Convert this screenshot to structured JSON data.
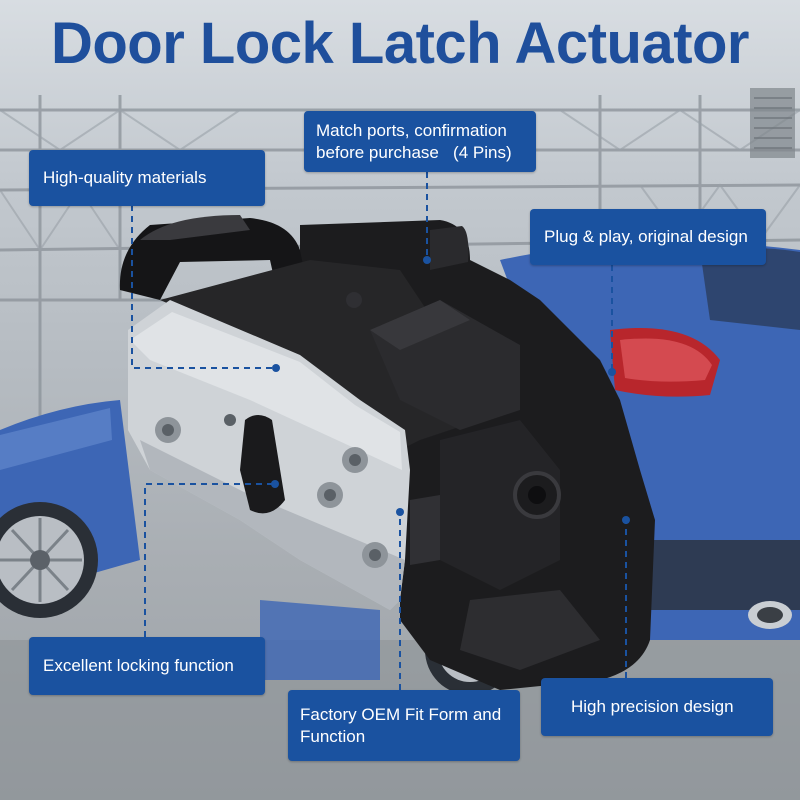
{
  "title": "Door Lock Latch Actuator",
  "callouts": {
    "materials": "High-quality materials",
    "ports_line1": "Match ports, confirmation",
    "ports_line2": "before purchase   (4 Pins)",
    "plug": "Plug & play, original design",
    "locking": "Excellent locking function",
    "precision": "High precision design",
    "oem_line1": "Factory OEM Fit Form and",
    "oem_line2": "Function"
  },
  "colors": {
    "title": "#1f4f9c",
    "callout_bg": "#1a52a0",
    "callout_text": "#ffffff",
    "car_blue": "#3d66b5"
  }
}
